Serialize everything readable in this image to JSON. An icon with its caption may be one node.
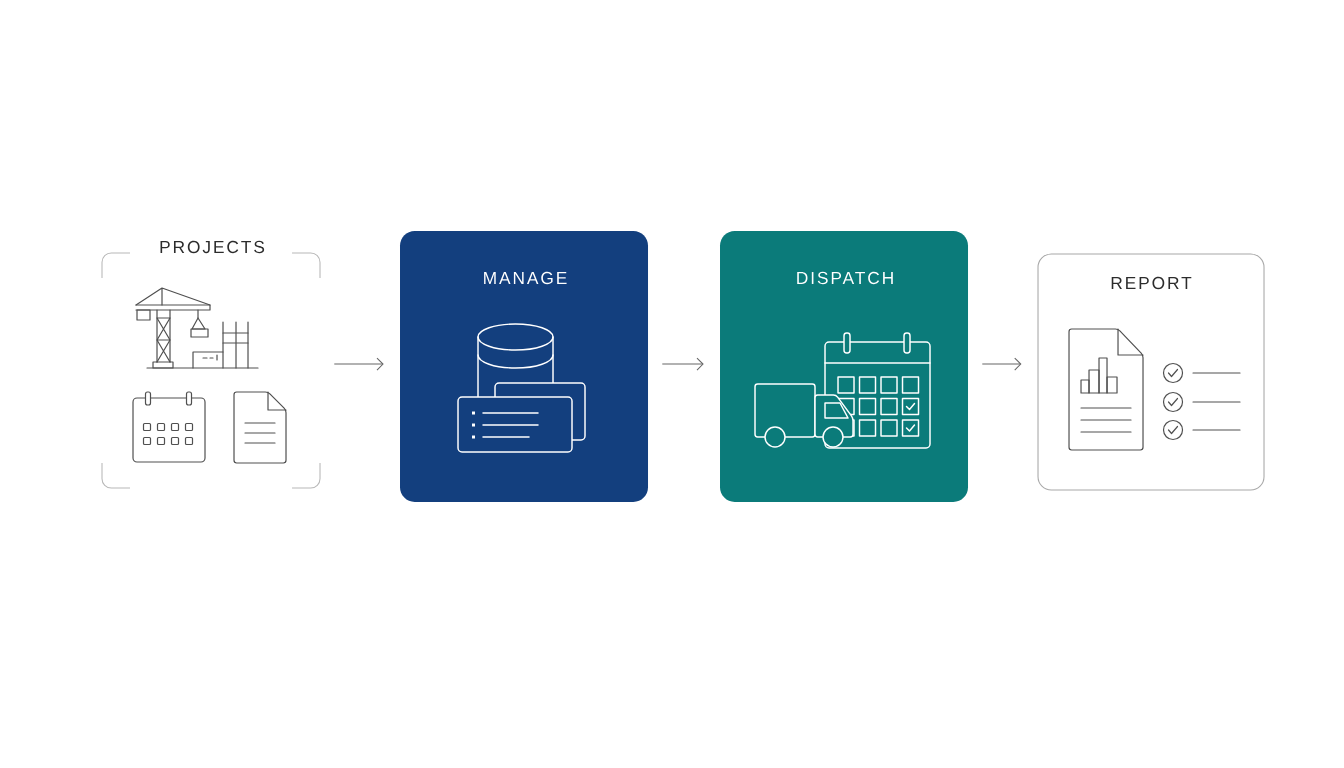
{
  "diagram": {
    "nodes": [
      {
        "text": [
          "PROJECTS"
        ]
      },
      {
        "text": [
          "MANAGE"
        ]
      },
      {
        "text": [
          "DISPATCH"
        ]
      },
      {
        "text": [
          "REPORT"
        ]
      }
    ],
    "edges": [
      {
        "from": 0,
        "to": 1,
        "arrow": "to"
      },
      {
        "from": 1,
        "to": 2,
        "arrow": "to"
      },
      {
        "from": 2,
        "to": 3,
        "arrow": "to"
      }
    ]
  }
}
